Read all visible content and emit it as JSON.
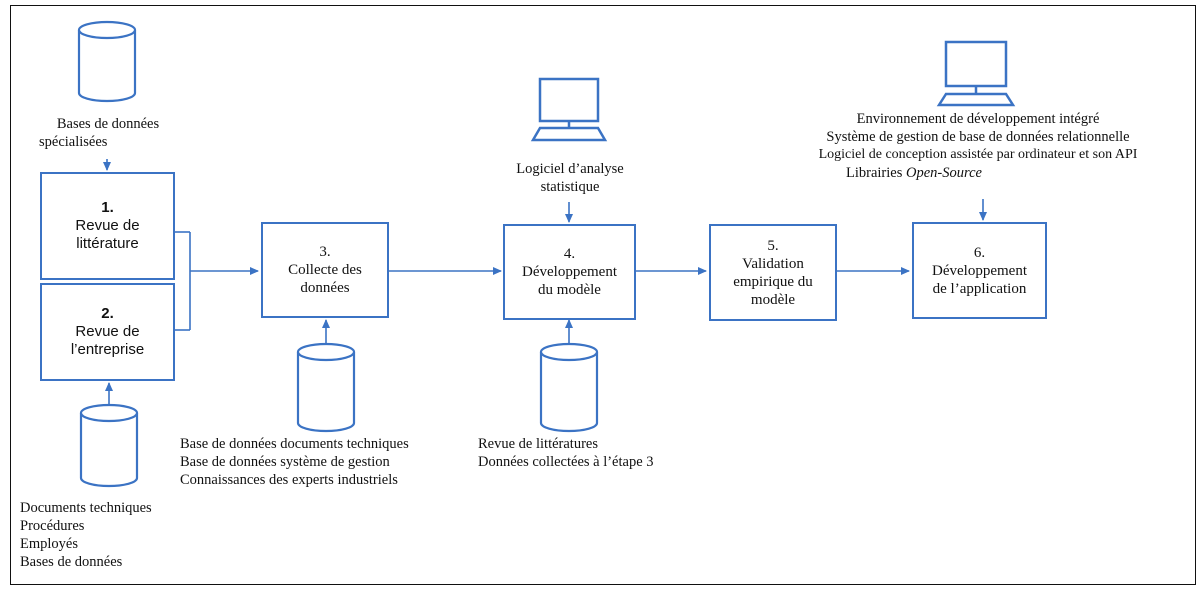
{
  "colors": {
    "accent": "#3b73c4",
    "border": "#111111"
  },
  "steps": [
    {
      "num": "1.",
      "lines": [
        "Revue de",
        "littérature"
      ]
    },
    {
      "num": "2.",
      "lines": [
        "Revue de",
        "l’entreprise"
      ]
    },
    {
      "num": "3.",
      "lines": [
        "Collecte des",
        "données"
      ]
    },
    {
      "num": "4.",
      "lines": [
        "Développement",
        "du modèle"
      ]
    },
    {
      "num": "5.",
      "lines": [
        "Validation",
        "empirique du",
        "modèle"
      ]
    },
    {
      "num": "6.",
      "lines": [
        "Développement",
        "de l’application"
      ]
    }
  ],
  "resources": {
    "step1": {
      "icon": "database-icon",
      "lines": [
        "Bases de données",
        "spécialisées"
      ]
    },
    "step2": {
      "icon": "database-icon",
      "lines": [
        "Documents techniques",
        "Procédures",
        "Employés",
        "Bases de données"
      ]
    },
    "step3": {
      "icon": "database-icon",
      "lines": [
        "Base de données documents techniques",
        "Base de données système de gestion",
        "Connaissances des experts industriels"
      ]
    },
    "step4_input": {
      "icon": "computer-icon",
      "lines": [
        "Logiciel d’analyse",
        "statistique"
      ]
    },
    "step4_db": {
      "icon": "database-icon",
      "lines": [
        "Revue de littératures",
        "Données collectées à l’étape 3"
      ]
    },
    "step6": {
      "icon": "computer-icon",
      "lines": [
        "Environnement de développement intégré",
        "Système de gestion de base de données relationnelle",
        "Logiciel de conception assistée par ordinateur et son API"
      ],
      "last_prefix": "Librairies ",
      "last_italic": "Open-Source"
    }
  }
}
